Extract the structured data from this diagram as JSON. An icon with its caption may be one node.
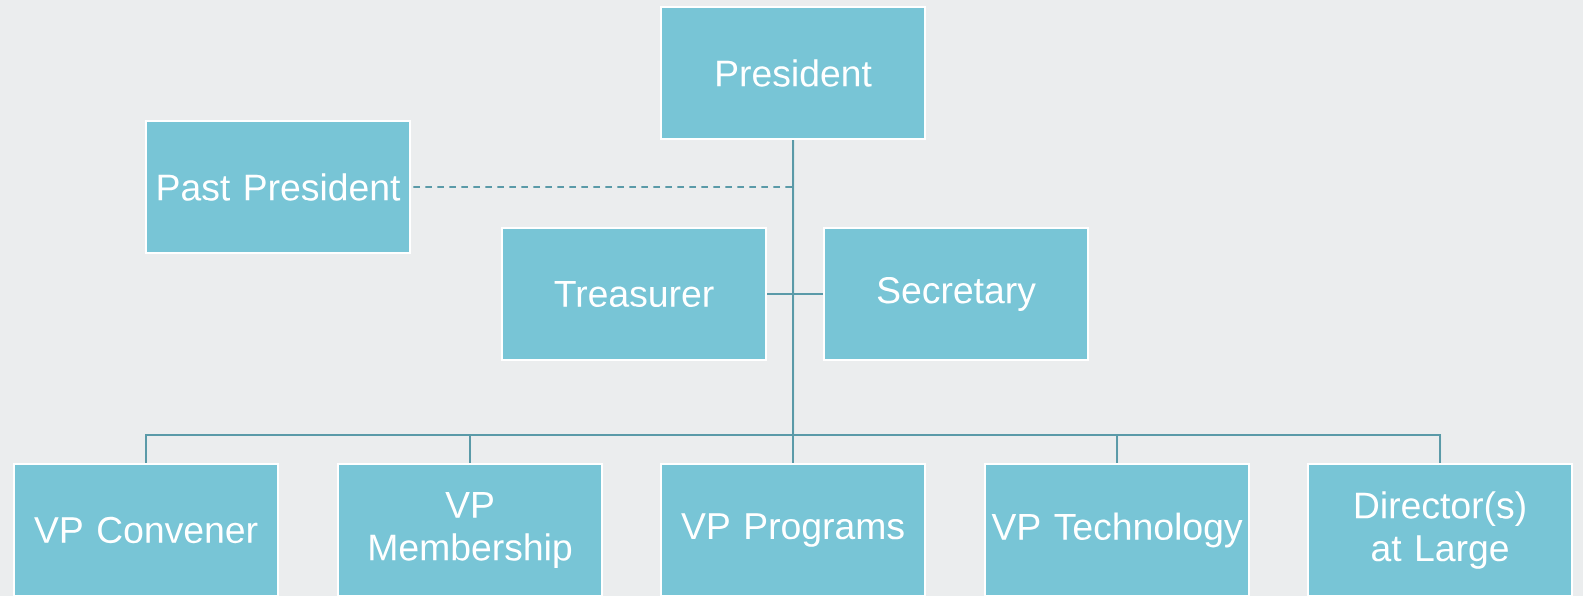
{
  "diagram": {
    "nodes": [
      {
        "text": [
          "President"
        ]
      },
      {
        "text": [
          "Past President"
        ]
      },
      {
        "text": [
          "Treasurer"
        ]
      },
      {
        "text": [
          "Secretary"
        ]
      },
      {
        "text": [
          "VP Convener"
        ]
      },
      {
        "text": [
          "VP Membership"
        ]
      },
      {
        "text": [
          "VP Programs"
        ]
      },
      {
        "text": [
          "VP Technology"
        ]
      },
      {
        "text": [
          "Director(s) at Large"
        ]
      }
    ],
    "edges": [
      {
        "from": 0,
        "to": 1,
        "arrow": "none",
        "style": "dashed"
      },
      {
        "from": 0,
        "to": 2,
        "arrow": "none"
      },
      {
        "from": 0,
        "to": 3,
        "arrow": "none"
      },
      {
        "from": 0,
        "to": 4,
        "arrow": "none"
      },
      {
        "from": 0,
        "to": 5,
        "arrow": "none"
      },
      {
        "from": 0,
        "to": 6,
        "arrow": "none"
      },
      {
        "from": 0,
        "to": 7,
        "arrow": "none"
      },
      {
        "from": 0,
        "to": 8,
        "arrow": "none"
      }
    ]
  }
}
